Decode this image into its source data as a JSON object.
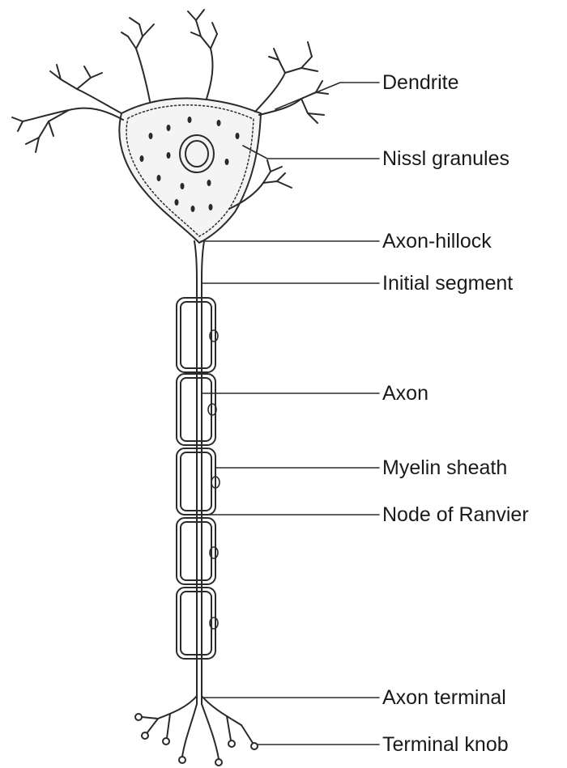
{
  "labels": {
    "dendrite": "Dendrite",
    "nissl_granules": "Nissl granules",
    "axon_hillock": "Axon-hillock",
    "initial_segment": "Initial segment",
    "axon": "Axon",
    "myelin_sheath": "Myelin sheath",
    "node_of_ranvier": "Node of Ranvier",
    "axon_terminal": "Axon terminal",
    "terminal_knob": "Terminal knob"
  },
  "colors": {
    "ink": "#2a2a2a",
    "cell_fill": "#f4f4f4",
    "background": "#ffffff"
  }
}
